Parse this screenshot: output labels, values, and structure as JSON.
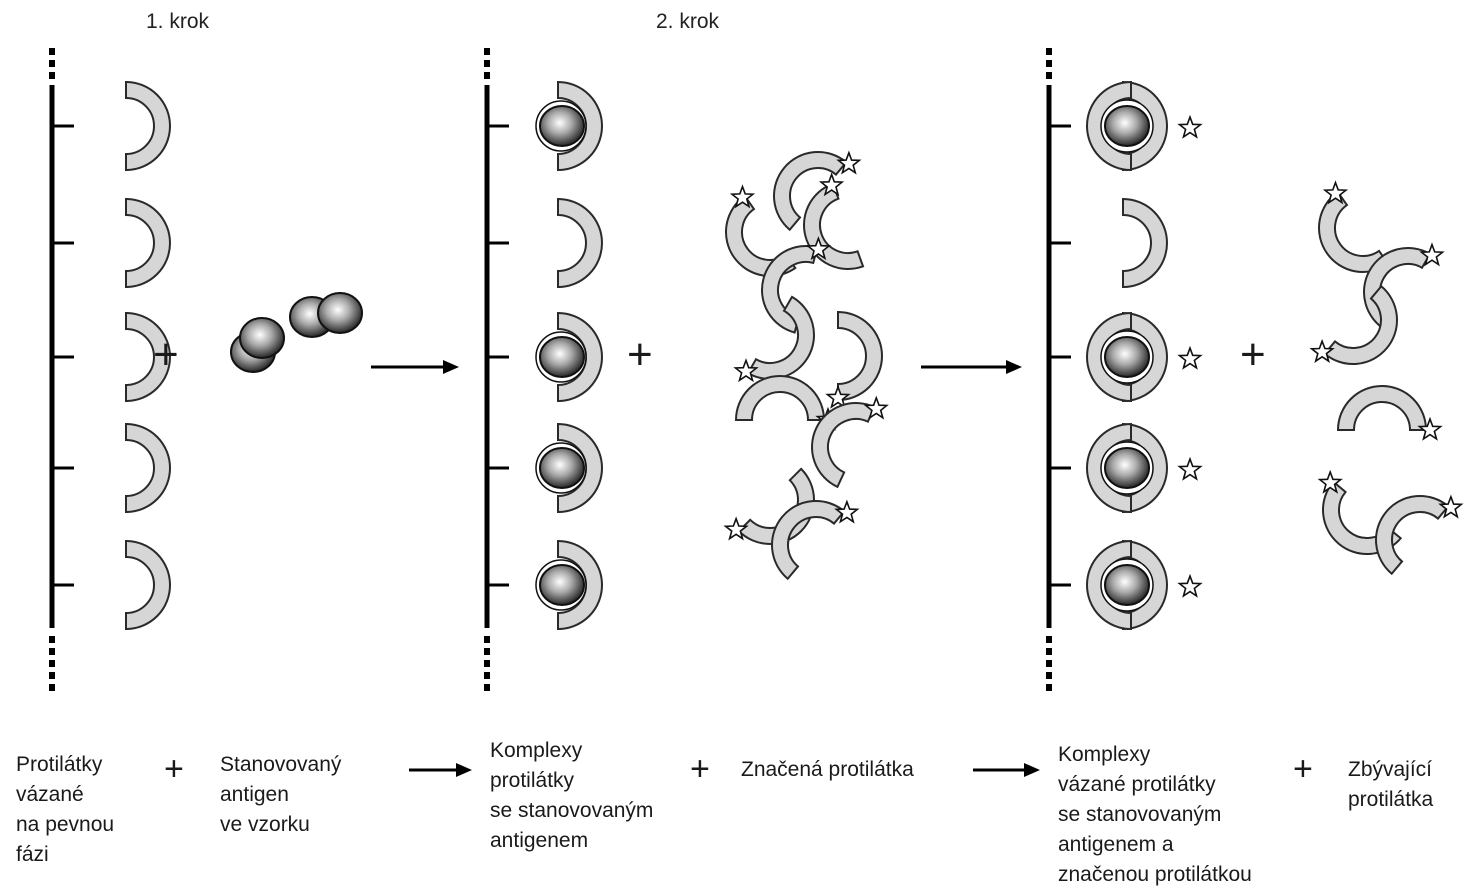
{
  "steps": {
    "step1": "1. krok",
    "step2": "2. krok"
  },
  "captions": {
    "bound_antibodies": "Protilátky\nvázané\nna pevnou\nfázi",
    "antigen": "Stanovovaný\nantigen\nve vzorku",
    "complexes": "Komplexy\nprotilátky\nse stanovovaným\nantigenem",
    "labeled_antibody": "Značená protilátka",
    "final_complex": "Komplexy\nvázané protilátky\nse stanovovaným\nantigenem a\nznačenou protilátkou",
    "remaining": "Zbývající\nprotilátka"
  },
  "symbols": {
    "plus": "+"
  },
  "colors": {
    "antibody_fill": "#d6d6d6",
    "outline": "#2a2a2a",
    "bar": "#000000"
  }
}
